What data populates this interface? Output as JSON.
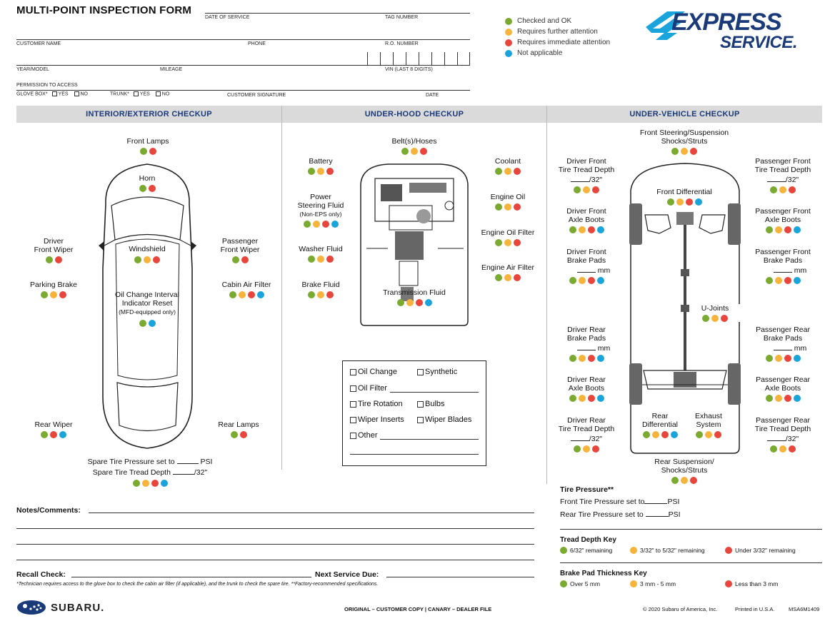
{
  "header": {
    "title": "MULTI-POINT INSPECTION FORM",
    "date_of_service": "DATE OF SERVICE",
    "tag_number": "TAG NUMBER",
    "customer_name": "CUSTOMER NAME",
    "phone": "PHONE",
    "ro_number": "R.O. NUMBER",
    "year_model": "YEAR/MODEL",
    "mileage": "MILEAGE",
    "vin": "VIN (LAST 8 DIGITS)",
    "permission": "PERMISSION TO ACCESS",
    "glove_box": "GLOVE BOX*",
    "yes": "YES",
    "no": "NO",
    "trunk": "TRUNK*",
    "customer_signature": "CUSTOMER SIGNATURE",
    "date": "DATE"
  },
  "legend": [
    {
      "label": "Checked and OK",
      "color": "#7aaa2f"
    },
    {
      "label": "Requires further attention",
      "color": "#f6b43c"
    },
    {
      "label": "Requires immediate attention",
      "color": "#e8453c"
    },
    {
      "label": "Not applicable",
      "color": "#1aa4dc"
    }
  ],
  "logo": {
    "line1": "EXPRESS",
    "line2": "SERVICE."
  },
  "sections": {
    "interior": "INTERIOR/EXTERIOR CHECKUP",
    "underhood": "UNDER-HOOD CHECKUP",
    "undervehicle": "UNDER-VEHICLE CHECKUP"
  },
  "interior_items": {
    "front_lamps": "Front Lamps",
    "horn": "Horn",
    "driver_wiper_1": "Driver",
    "driver_wiper_2": "Front Wiper",
    "windshield": "Windshield",
    "passenger_wiper_1": "Passenger",
    "passenger_wiper_2": "Front Wiper",
    "parking_brake": "Parking Brake",
    "oil_interval_1": "Oil Change Interval",
    "oil_interval_2": "Indicator Reset",
    "oil_interval_3": "(MFD-equipped only)",
    "cabin_air_filter": "Cabin Air Filter",
    "rear_wiper": "Rear Wiper",
    "rear_lamps": "Rear Lamps",
    "spare_pressure_pre": "Spare Tire Pressure set to",
    "spare_pressure_unit": "PSI",
    "spare_tread_pre": "Spare Tire Tread Depth",
    "spare_tread_unit": "/32\""
  },
  "underhood_items": {
    "belts": "Belt(s)/Hoses",
    "battery": "Battery",
    "coolant": "Coolant",
    "ps_1": "Power",
    "ps_2": "Steering Fluid",
    "ps_3": "(Non-EPS only)",
    "engine_oil": "Engine Oil",
    "engine_oil_filter": "Engine Oil Filter",
    "washer_fluid": "Washer Fluid",
    "engine_air_filter": "Engine Air Filter",
    "brake_fluid": "Brake Fluid",
    "transmission_fluid": "Transmission Fluid"
  },
  "service_box": {
    "oil_change": "Oil Change",
    "synthetic": "Synthetic",
    "oil_filter": "Oil Filter",
    "tire_rotation": "Tire Rotation",
    "bulbs": "Bulbs",
    "wiper_inserts": "Wiper Inserts",
    "wiper_blades": "Wiper Blades",
    "other": "Other"
  },
  "undervehicle_items": {
    "front_steering_1": "Front Steering/Suspension",
    "front_steering_2": "Shocks/Struts",
    "df_tread_1": "Driver Front",
    "df_tread_2": "Tire Tread Depth",
    "pf_tread_1": "Passenger Front",
    "pf_tread_2": "Tire Tread Depth",
    "tread_unit": "/32\"",
    "front_diff": "Front Differential",
    "df_axle_1": "Driver Front",
    "df_axle_2": "Axle Boots",
    "pf_axle_1": "Passenger Front",
    "pf_axle_2": "Axle Boots",
    "df_pads_1": "Driver Front",
    "df_pads_2": "Brake Pads",
    "pf_pads_1": "Passenger Front",
    "pf_pads_2": "Brake Pads",
    "mm": "mm",
    "u_joints": "U-Joints",
    "dr_pads_1": "Driver Rear",
    "dr_pads_2": "Brake Pads",
    "pr_pads_1": "Passenger Rear",
    "pr_pads_2": "Brake Pads",
    "dr_axle_1": "Driver Rear",
    "dr_axle_2": "Axle Boots",
    "pr_axle_1": "Passenger Rear",
    "pr_axle_2": "Axle Boots",
    "dr_tread_1": "Driver Rear",
    "dr_tread_2": "Tire Tread Depth",
    "rear_diff_1": "Rear",
    "rear_diff_2": "Differential",
    "exhaust_1": "Exhaust",
    "exhaust_2": "System",
    "pr_tread_1": "Passenger Rear",
    "pr_tread_2": "Tire Tread Depth",
    "rear_susp_1": "Rear Suspension/",
    "rear_susp_2": "Shocks/Struts"
  },
  "tire_pressure": {
    "title": "Tire Pressure**",
    "front": "Front Tire Pressure set to",
    "rear": "Rear Tire Pressure set to",
    "unit": "PSI"
  },
  "tread_key": {
    "title": "Tread Depth Key",
    "green": "6/32\" remaining",
    "yellow": "3/32\" to 5/32\" remaining",
    "red": "Under 3/32\" remaining"
  },
  "pad_key": {
    "title": "Brake Pad Thickness Key",
    "green": "Over 5 mm",
    "yellow": "3 mm - 5 mm",
    "red": "Less than 3 mm"
  },
  "notes": {
    "notes_label": "Notes/Comments:",
    "recall_label": "Recall Check:",
    "next_service_label": "Next Service Due:",
    "footnote": "*Technician requires access to the glove box to check the cabin air filter (if applicable), and the trunk to check the spare tire. **Factory-recommended specifications."
  },
  "footer": {
    "brand": "SUBARU.",
    "copy": "ORIGINAL – CUSTOMER COPY  |  CANARY – DEALER FILE",
    "copyright": "© 2020 Subaru of America, Inc.",
    "printed": "Printed in U.S.A.",
    "code": "MSA6M1409"
  }
}
